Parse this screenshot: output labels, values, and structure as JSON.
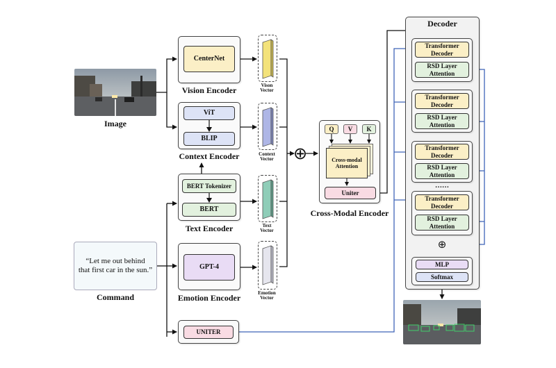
{
  "inputs": {
    "image_label": "Image",
    "command_text_line1": "“Let me out behind",
    "command_text_line2": "that first car in the sun.”",
    "command_label": "Command"
  },
  "encoders": {
    "vision": {
      "module": "CenterNet",
      "title": "Vision Encoder"
    },
    "context": {
      "module_top": "ViT",
      "module_bottom": "BLIP",
      "title": "Context Encoder"
    },
    "text": {
      "module_top": "BERT Tokenizer",
      "module_bottom": "BERT",
      "title": "Text Encoder"
    },
    "emotion": {
      "module": "GPT-4",
      "title": "Emotion Encoder"
    },
    "uniter": {
      "module": "UNITER"
    }
  },
  "vectors": {
    "vision": {
      "line1": "Vison",
      "line2": "Vector"
    },
    "context": {
      "line1": "Context",
      "line2": "Vector"
    },
    "text": {
      "line1": "Text",
      "line2": "Vector"
    },
    "emotion": {
      "line1": "Emotion",
      "line2": "Vector"
    }
  },
  "cross_modal": {
    "q": "Q",
    "v": "V",
    "k": "K",
    "attention_line1": "Cross-modal",
    "attention_line2": "Attention",
    "uniter": "Uniter",
    "title": "Cross-Modal Encoder",
    "fusion_symbol": "⊕"
  },
  "decoder": {
    "title": "Decoder",
    "blocks": [
      {
        "top1": "Transformer",
        "top2": "Decoder",
        "bot1": "RSD Layer",
        "bot2": "Attention"
      },
      {
        "top1": "Transformer",
        "top2": "Decoder",
        "bot1": "RSD Layer",
        "bot2": "Attention"
      },
      {
        "top1": "Transformer",
        "top2": "Decoder",
        "bot1": "RSD Layer",
        "bot2": "Attention"
      },
      {
        "top1": "Transformer",
        "top2": "Decoder",
        "bot1": "RSD Layer",
        "bot2": "Attention"
      }
    ],
    "ellipsis": "……",
    "sum_symbol": "⊕",
    "mlp": "MLP",
    "softmax": "Softmax"
  },
  "colors": {
    "vision_vector": "#f3e27a",
    "context_vector": "#aeb6e6",
    "text_vector": "#8fcdb8",
    "emotion_vector": "#e6e6ee",
    "blue_wire": "#3f63b8",
    "detection_box": "#41d06a"
  }
}
